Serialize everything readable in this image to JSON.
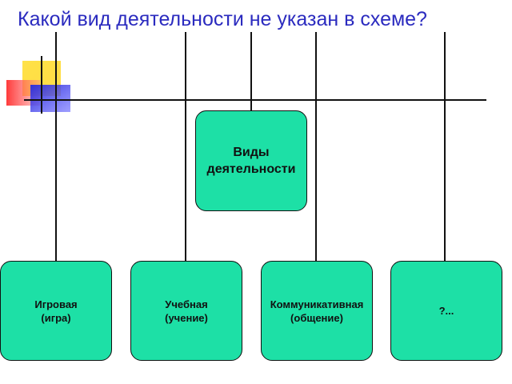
{
  "slide": {
    "title": "Какой вид деятельности не указан в схеме?"
  },
  "diagram": {
    "center": "Виды\nдеятельности",
    "children": [
      "Игровая\n(игра)",
      "Учебная\n(учение)",
      "Коммуникативная\n(общение)",
      "?..."
    ]
  },
  "colors": {
    "box_fill": "#1de0a6",
    "title": "#2b2bbf",
    "deco_yellow": "#ffe24a",
    "deco_red": "#ff3a3a",
    "deco_blue": "#3a3ae0"
  }
}
